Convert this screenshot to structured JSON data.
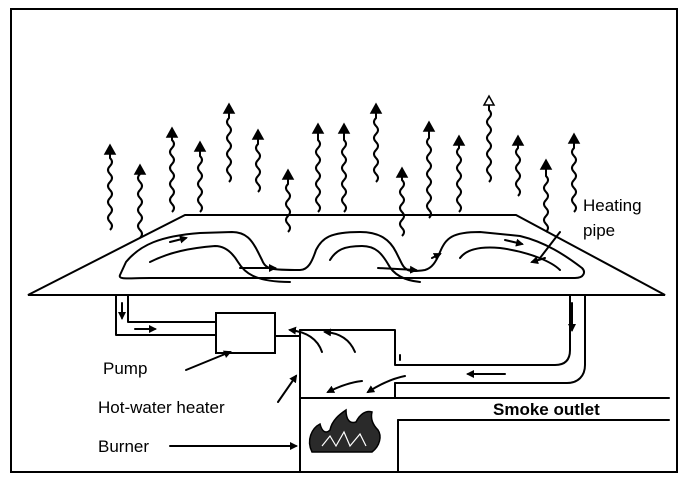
{
  "labels": {
    "heating": "Heating",
    "pipe": "pipe",
    "pump": "Pump",
    "hot_water_heater": "Hot-water heater",
    "burner": "Burner",
    "smoke_outlet": "Smoke outlet"
  },
  "colors": {
    "ink": "#000000",
    "paper": "#ffffff"
  },
  "icons": [
    "heat-wave-arrow",
    "flow-arrow",
    "flame"
  ]
}
